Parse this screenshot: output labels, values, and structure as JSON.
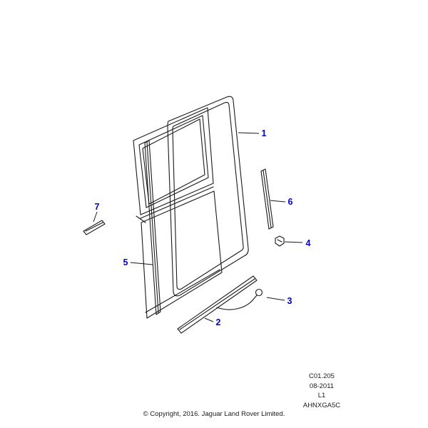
{
  "colors": {
    "line": "#1a1a1a",
    "callout": "#0000cd"
  },
  "callouts": [
    {
      "label": "1"
    },
    {
      "label": "2"
    },
    {
      "label": "3"
    },
    {
      "label": "4"
    },
    {
      "label": "5"
    },
    {
      "label": "6"
    },
    {
      "label": "7"
    }
  ],
  "ref_block": {
    "lines": [
      "C01.205",
      "08-2011",
      "L1",
      "AHNXGA5C"
    ]
  },
  "footer": {
    "copyright": "© Copyright, 2016. Jaguar Land Rover Limited."
  }
}
